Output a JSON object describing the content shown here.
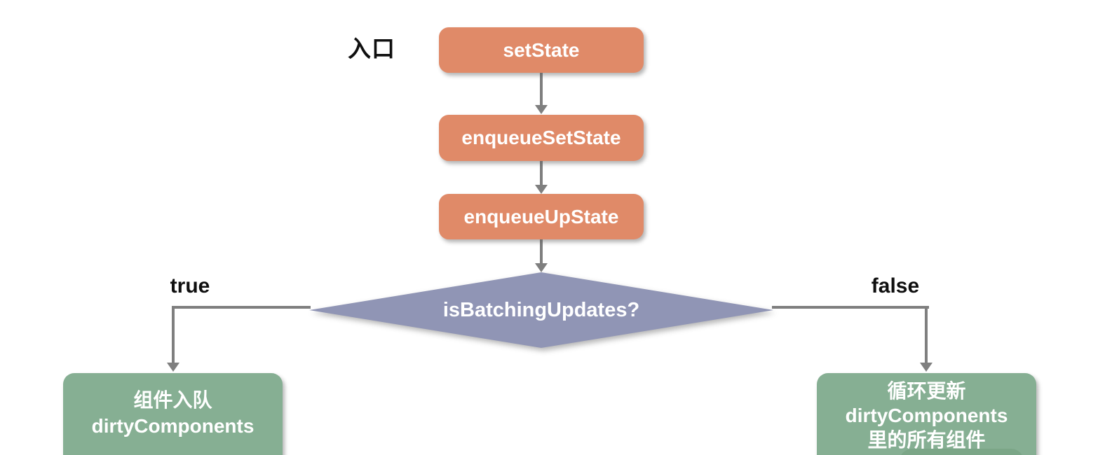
{
  "diagram": {
    "entry_label": "入口",
    "nodes": {
      "set_state": {
        "label": "setState",
        "type": "process"
      },
      "enqueue_set_state": {
        "label": "enqueueSetState",
        "type": "process"
      },
      "enqueue_up_state": {
        "label": "enqueueUpState",
        "type": "process"
      },
      "is_batching_updates": {
        "label": "isBatchingUpdates?",
        "type": "decision"
      },
      "enqueue_dirty_components": {
        "line1": "组件入队",
        "line2": "dirtyComponents",
        "type": "result"
      },
      "loop_update_dirty_components": {
        "line1": "循环更新",
        "line2": "dirtyComponents",
        "line3": "里的所有组件",
        "type": "result"
      }
    },
    "branch_labels": {
      "true": "true",
      "false": "false"
    },
    "colors": {
      "process_fill": "#E08A68",
      "decision_fill": "#9095B5",
      "result_fill": "#86AF93",
      "result_fill_dark": "#7BA687",
      "connector": "#7F7F7F",
      "node_text": "#FFFFFF",
      "label_text": "#0F0F0F",
      "canvas_bg": "#FFFFFF"
    }
  }
}
